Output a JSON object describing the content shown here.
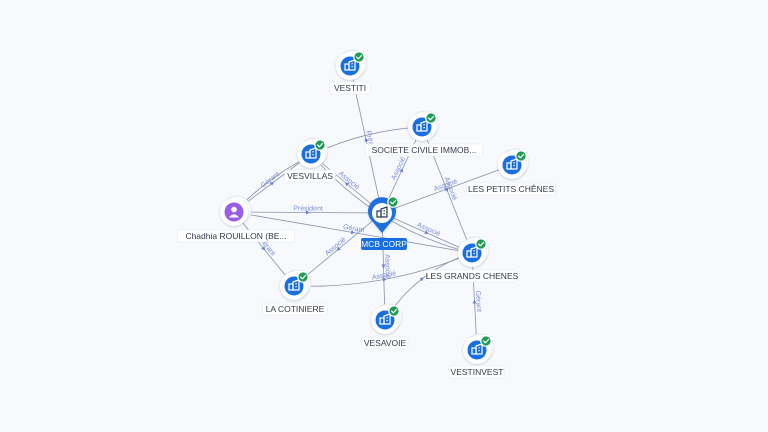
{
  "colors": {
    "company": "#1a6fe0",
    "person": "#9b5de5",
    "check": "#1f9d55",
    "edge": "#8892a6",
    "edge_label": "#7c8bd6"
  },
  "graph": {
    "center": {
      "id": "mcb",
      "label": "MCB CORP",
      "icon": "building-icon"
    },
    "nodes": [
      {
        "id": "vestiti",
        "label": "VESTITI",
        "kind": "company",
        "icon": "building-icon",
        "verified": true
      },
      {
        "id": "sci",
        "label": "SOCIETE CIVILE IMMOB...",
        "kind": "company",
        "icon": "building-icon",
        "verified": true
      },
      {
        "id": "vesvillas",
        "label": "VESVILLAS",
        "kind": "company",
        "icon": "building-icon",
        "verified": true
      },
      {
        "id": "petits",
        "label": "LES PETITS CHÊNES",
        "kind": "company",
        "icon": "building-icon",
        "verified": true
      },
      {
        "id": "chadhia",
        "label": "Chadhia ROUILLON (BE...",
        "kind": "person",
        "icon": "person-icon",
        "verified": false
      },
      {
        "id": "grands",
        "label": "LES GRANDS CHENES",
        "kind": "company",
        "icon": "building-icon",
        "verified": true
      },
      {
        "id": "cotiniere",
        "label": "LA COTINIERE",
        "kind": "company",
        "icon": "building-icon",
        "verified": true
      },
      {
        "id": "vesavoie",
        "label": "VESAVOIE",
        "kind": "company",
        "icon": "building-icon",
        "verified": true
      },
      {
        "id": "vestinvest",
        "label": "VESTINVEST",
        "kind": "company",
        "icon": "building-icon",
        "verified": true
      }
    ],
    "edges": [
      {
        "from": "chadhia",
        "to": "mcb",
        "label": "Président"
      },
      {
        "from": "chadhia",
        "to": "vesvillas",
        "label": "Gérant"
      },
      {
        "from": "chadhia",
        "to": "cotiniere",
        "label": "Gérant"
      },
      {
        "from": "chadhia",
        "to": "grands",
        "label": "Gérant"
      },
      {
        "from": "chadhia",
        "to": "sci",
        "label": ""
      },
      {
        "from": "mcb",
        "to": "vestiti",
        "label": "Prési"
      },
      {
        "from": "mcb",
        "to": "vesvillas",
        "label": "Associé"
      },
      {
        "from": "mcb",
        "to": "sci",
        "label": "Associé"
      },
      {
        "from": "mcb",
        "to": "petits",
        "label": "Associé"
      },
      {
        "from": "mcb",
        "to": "grands",
        "label": "Associé"
      },
      {
        "from": "mcb",
        "to": "cotiniere",
        "label": "Associé"
      },
      {
        "from": "mcb",
        "to": "vesavoie",
        "label": "Associé"
      },
      {
        "from": "vesvillas",
        "to": "grands",
        "label": "Gé"
      },
      {
        "from": "sci",
        "to": "grands",
        "label": "Associé"
      },
      {
        "from": "cotiniere",
        "to": "grands",
        "label": "Associé"
      },
      {
        "from": "vesavoie",
        "to": "grands",
        "label": ""
      },
      {
        "from": "vestinvest",
        "to": "grands",
        "label": "Gérant"
      }
    ]
  }
}
